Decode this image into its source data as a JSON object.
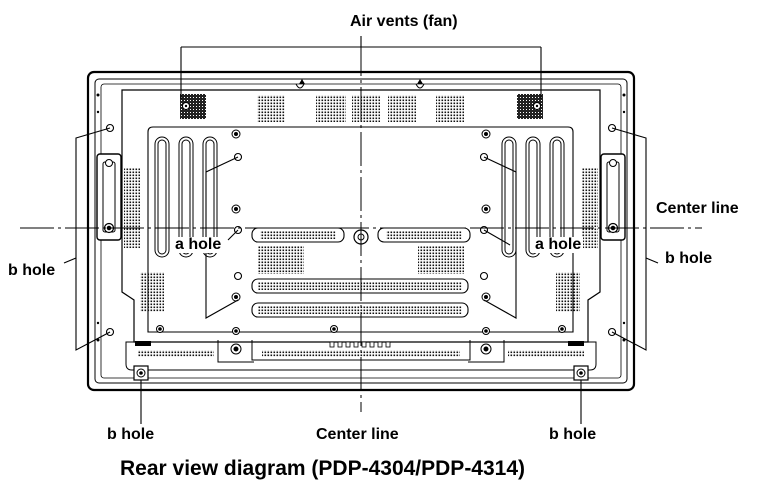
{
  "labels": {
    "air_vents": "Air vents (fan)",
    "center_line": "Center line",
    "a_hole": "a hole",
    "b_hole": "b hole",
    "caption": "Rear view diagram (PDP-4304/PDP-4314)"
  }
}
